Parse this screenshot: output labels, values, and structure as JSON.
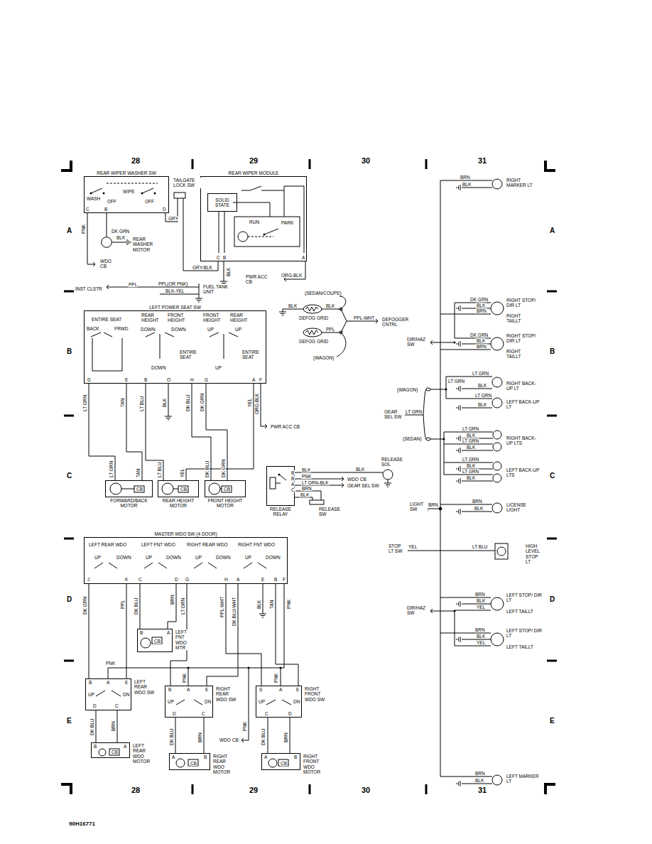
{
  "diagram": {
    "nodes": [
      {
        "text": [
          "REAR WIPER WASHER SW"
        ]
      },
      {
        "text": [
          "REAR WASHER MOTOR"
        ]
      },
      {
        "text": [
          "REAR WIPER MODULE"
        ]
      },
      {
        "text": [
          "SOLID STATE"
        ],
        "in": 2
      },
      {
        "text": [
          "LEFT POWER SEAT SW"
        ]
      },
      {
        "text": [
          "FORWARD/BACK MOTOR"
        ]
      },
      {
        "text": [
          "REAR HEIGHT MOTOR"
        ]
      },
      {
        "text": [
          "FRONT HEIGHT MOTOR"
        ]
      },
      {
        "text": [
          "RELEASE RELAY"
        ]
      },
      {
        "text": [
          "MASTER WDO SW (4 DOOR)"
        ]
      },
      {
        "text": [
          "LEFT FNT WDO MTR"
        ]
      },
      {
        "text": [
          "LEFT REAR WDO SW"
        ]
      },
      {
        "text": [
          "LEFT REAR WDO MOTOR"
        ]
      },
      {
        "text": [
          "RIGHT REAR WDO SW"
        ]
      },
      {
        "text": [
          "RIGHT REAR WDO MOTOR"
        ]
      },
      {
        "text": [
          "RIGHT FRONT WDO SW"
        ]
      },
      {
        "text": [
          "RIGHT FRONT WDO MOTOR"
        ]
      }
    ],
    "edges": [
      {
        "from": 0,
        "to": 1,
        "arrow": "none"
      },
      {
        "from": 4,
        "to": 5,
        "arrow": "none"
      },
      {
        "from": 4,
        "to": 6,
        "arrow": "none"
      },
      {
        "from": 4,
        "to": 7,
        "arrow": "none"
      },
      {
        "from": 9,
        "to": 10,
        "arrow": "none"
      },
      {
        "from": 9,
        "to": 11,
        "arrow": "none"
      },
      {
        "from": 9,
        "to": 13,
        "arrow": "none"
      },
      {
        "from": 9,
        "to": 15,
        "arrow": "none"
      },
      {
        "from": 11,
        "to": 12,
        "arrow": "none"
      },
      {
        "from": 13,
        "to": 14,
        "arrow": "none"
      },
      {
        "from": 15,
        "to": 16,
        "arrow": "none"
      }
    ],
    "labels": [
      "28",
      "29",
      "30",
      "31",
      "A",
      "A",
      "B",
      "B",
      "C",
      "C",
      "D",
      "D",
      "E",
      "E",
      "28",
      "29",
      "30",
      "31",
      "90H16771",
      "TAILGATE LOCK SW",
      "WASH",
      "WIPE",
      "OFF",
      "OFF",
      "C",
      "B",
      "D",
      "PNK",
      "DK GRN",
      "BLK",
      "WDO CB",
      "GRY",
      "RUN",
      "PARK",
      "C",
      "B",
      "A",
      "GRY-BLK",
      "BLK",
      "PWR ACC CB",
      "ORG-BLK",
      "INST CLSTR",
      "PPL",
      "PPL(OR PNK)",
      "BLK-YEL",
      "FUEL TANK UNIT",
      "ENTIRE SEAT",
      "BACK",
      "FRWD",
      "REAR HEIGHT",
      "FRONT HEIGHT",
      "FRONT HEIGHT",
      "REAR HEIGHT",
      "DOWN",
      "DOWN",
      "UP",
      "UP",
      "ENTIRE SEAT",
      "DOWN",
      "ENTIRE SEAT",
      "UP",
      "D",
      "E",
      "B",
      "O",
      "H",
      "G",
      "A",
      "F",
      "LT GRN",
      "TAN",
      "LT BLU",
      "BLK",
      "DK BLU",
      "DK GRN",
      "YEL",
      "ORG-BLK",
      "PWR ACC CB",
      "LT GRN",
      "TAN",
      "LT BLU",
      "YEL",
      "DK BLU",
      "DK GRN",
      "CB",
      "CB",
      "CB",
      "(SEDAN/COUPE)",
      "BLK",
      "BLK",
      "DEFOG GRID",
      "PPL-WHT",
      "DEFOGGER CNTRL",
      "PPL",
      "DEFOG GRID",
      "(WAGON)",
      "B",
      "B",
      "A",
      "C",
      "BLK",
      "PNK",
      "LT GRN-BLK",
      "BRN",
      "BLK",
      "RELEASE SOL",
      "BLK",
      "WDO CB",
      "GEAR SEL SW",
      "RELEASE SW",
      "LEFT REAR WDO",
      "LEFT FNT WDO",
      "RIGHT REAR WDO",
      "RIGHT FNT WDO",
      "UP",
      "DOWN",
      "UP",
      "DOWN",
      "UP",
      "DOWN",
      "UP",
      "DOWN",
      "J",
      "K",
      "C",
      "D",
      "G",
      "H",
      "A",
      "E",
      "B",
      "F",
      "DK GRN",
      "PPL",
      "DK BLU",
      "BRN",
      "LT GRN",
      "PPL-WHT",
      "DK BLU-WHT",
      "BLK",
      "TAN",
      "PNK",
      "B",
      "A",
      "CB",
      "PNK",
      "B",
      "A",
      "E",
      "UP",
      "DN",
      "D",
      "C",
      "DK BLU",
      "BRN",
      "B",
      "A",
      "CB",
      "PNK",
      "B",
      "A",
      "E",
      "UP",
      "DN",
      "D",
      "C",
      "DK BLU",
      "BRN",
      "A",
      "B",
      "CB",
      "PNK",
      "S",
      "A",
      "E",
      "UP",
      "DN",
      "C",
      "D",
      "WDO CB",
      "PNK",
      "DK BLU",
      "BRN",
      "A",
      "B",
      "CB",
      "BRN",
      "BLK",
      "RIGHT MARKER LT",
      "DK GRN",
      "BLK",
      "BRN",
      "RIGHT STOP/ DIR LT",
      "RIGHT TAILLT",
      "DIR/HAZ SW",
      "DK GRN",
      "BLK",
      "BRN",
      "RIGHT STOP/ DIR LT",
      "RIGHT TAILLT",
      "LT GRN",
      "LT GRN",
      "BLK",
      "RIGHT BACK-UP LT",
      "(WAGON)",
      "LT GRN",
      "BLK",
      "LEFT BACK-UP LT",
      "GEAR SEL SW",
      "LT GRN",
      "(SEDAN)",
      "LT GRN",
      "BLK",
      "LT GRN",
      "BLK",
      "RIGHT BACK-UP LTS",
      "LT GRN",
      "BLK",
      "LT GRN",
      "BLK",
      "LEFT BACK-UP LTS",
      "LIGHT SW",
      "BRN",
      "BRN",
      "BLK",
      "LICENSE LIGHT",
      "STOP LT SW",
      "YEL",
      "LT BLU",
      "HIGH LEVEL STOP LT",
      "BRN",
      "BLK",
      "YEL",
      "LEFT STOP/ DIR LT",
      "LEFT TAILLT",
      "DIR/HAZ SW",
      "BRN",
      "BLK",
      "YEL",
      "LEFT STOP/ DIR LT",
      "LEFT TAILLT",
      "BRN",
      "BLK",
      "LEFT MARKER LT"
    ]
  }
}
